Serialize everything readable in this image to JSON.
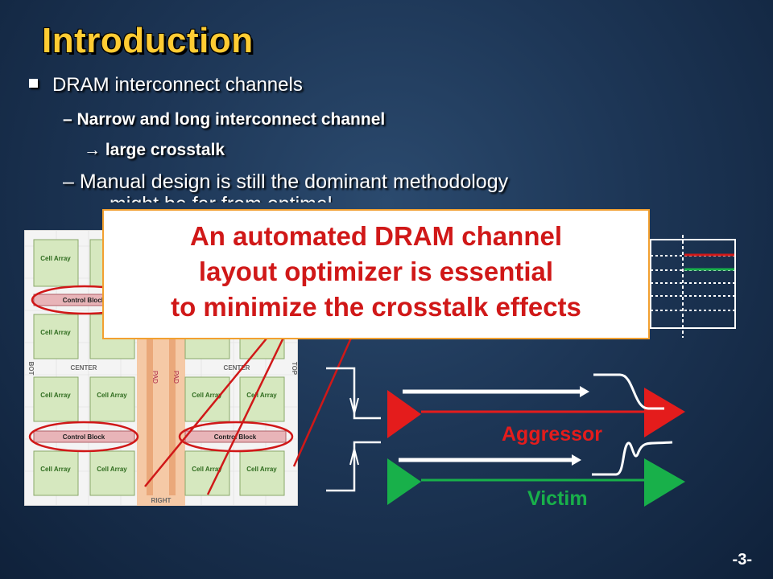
{
  "slide": {
    "title": "Introduction",
    "bullet": "DRAM interconnect channels",
    "sub1": "– Narrow and long interconnect channel",
    "sub1_cont": "→ large crosstalk",
    "sub2": "– Manual design is still the dominant methodology",
    "sub2_cont": "→ might be far from optimal",
    "page": "-3-"
  },
  "callout": {
    "line1": "An automated DRAM channel",
    "line2": "layout optimizer is essential",
    "line3": "to minimize the crosstalk effects"
  },
  "chip": {
    "cell": "Cell Array",
    "control": "Control Block",
    "center": "CENTER",
    "pad": "PAD",
    "bot": "BOT",
    "top": "TOP",
    "right": "RIGHT"
  },
  "signals": {
    "aggressor": "Aggressor",
    "victim": "Victim"
  },
  "colors": {
    "title": "#ffcc33",
    "accent": "#d01818",
    "victim": "#18b04a"
  }
}
